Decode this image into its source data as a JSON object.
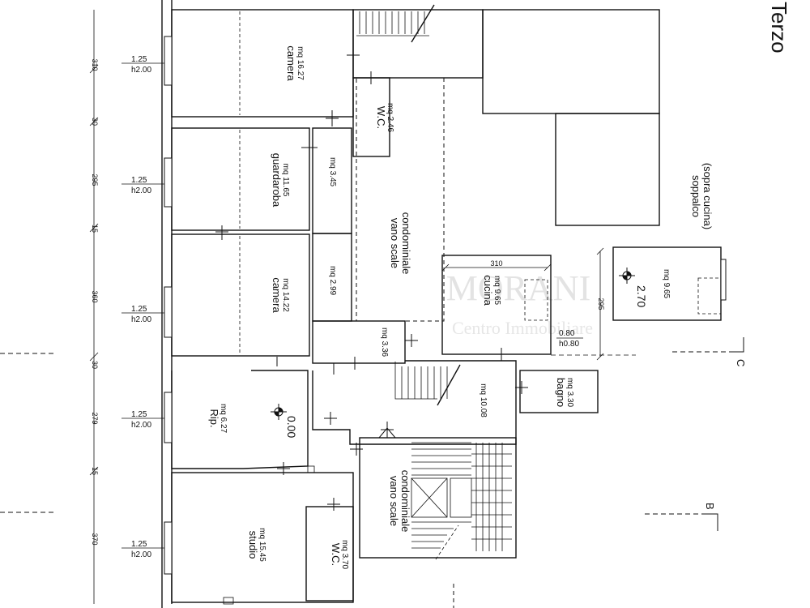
{
  "title": "Terzo",
  "rooms": {
    "camera1": {
      "name": "camera",
      "area": "mq 16.27"
    },
    "wc1": {
      "name": "W.C.",
      "area": "mq 2.46"
    },
    "guardaroba": {
      "name": "guardaroba",
      "area": "mq 11.65"
    },
    "corridor1": {
      "area": "mq 3.45"
    },
    "camera2": {
      "name": "camera",
      "area": "mq 14.22"
    },
    "corridor2": {
      "area": "mq 2.99"
    },
    "vano1": {
      "line1": "vano scale",
      "line2": "condominiale"
    },
    "cucina": {
      "name": "cucina",
      "area": "mq 9.65"
    },
    "soppalco": {
      "line1": "soppalco",
      "line2": "(sopra cucina)",
      "area": "mq 9.65"
    },
    "corridor3": {
      "area": "mq 3.36"
    },
    "bagno": {
      "name": "bagno",
      "area": "mq 3.30"
    },
    "hall": {
      "area": "mq 10.08"
    },
    "rip": {
      "name": "Rip.",
      "area": "mq 6.27"
    },
    "vano2": {
      "line1": "vano scale",
      "line2": "condominiale"
    },
    "studio": {
      "name": "studio",
      "area": "mq 15.45"
    },
    "wc2": {
      "name": "W.C.",
      "area": "mq 3.70"
    }
  },
  "elevations": {
    "soppalco": "2.70",
    "rip": "0.00"
  },
  "windows": {
    "w1": "1.25",
    "w1h": "h2.00",
    "w2": "1.25",
    "w2h": "h2.00",
    "w3": "1.25",
    "w3h": "h2.00",
    "w4": "1.25",
    "w4h": "h2.00",
    "w5": "1.25",
    "w5h": "h2.00",
    "w6": "0.80",
    "w6h": "h0.80"
  },
  "dimensions": {
    "d1": "310",
    "d2": "30",
    "d3": "295",
    "d4": "15",
    "d5": "360",
    "d6": "30",
    "d7": "279",
    "d8": "15",
    "d9": "370",
    "cucina_width": "310",
    "soppalco_height": "295"
  },
  "sections": {
    "c": "C",
    "b": "B"
  },
  "watermark": {
    "line1": "MORANI",
    "line2": "Centro Immobiliare"
  },
  "colors": {
    "wall": "#111111",
    "watermark": "#e3e3e3"
  }
}
